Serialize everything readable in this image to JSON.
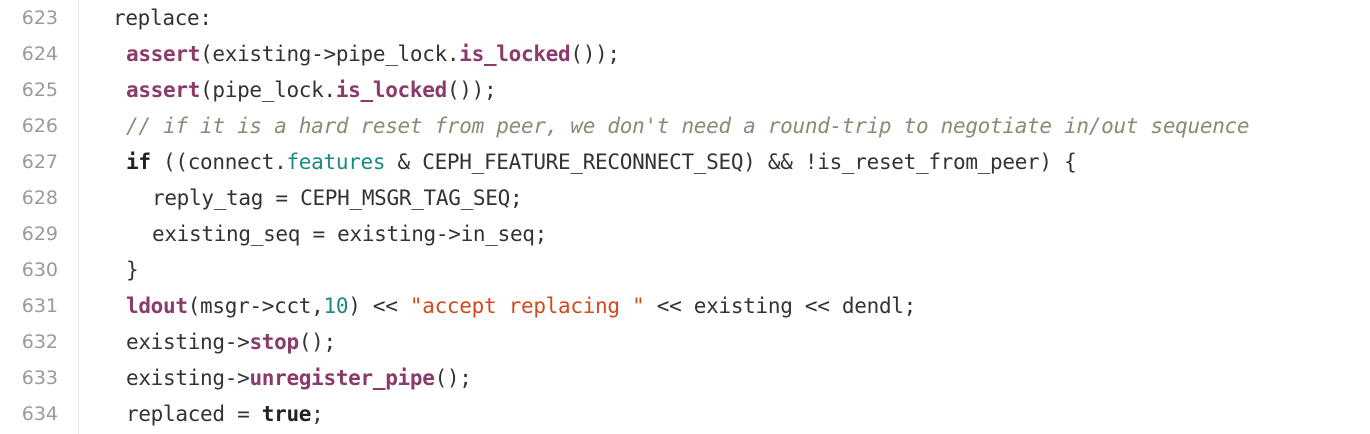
{
  "lines": [
    {
      "num": "623",
      "seg": [
        "replace:"
      ]
    },
    {
      "num": "624",
      "seg": [
        "assert",
        "(existing->pipe_lock.",
        "is_locked",
        "());"
      ]
    },
    {
      "num": "625",
      "seg": [
        "assert",
        "(pipe_lock.",
        "is_locked",
        "());"
      ]
    },
    {
      "num": "626",
      "seg": [
        "// if it is a hard reset from peer, we don't need a round-trip to negotiate in/out sequence"
      ]
    },
    {
      "num": "627",
      "seg": [
        "if",
        " ((connect.",
        "features",
        " & CEPH_FEATURE_RECONNECT_SEQ) && !is_reset_from_peer) {"
      ]
    },
    {
      "num": "628",
      "seg": [
        "reply_tag = CEPH_MSGR_TAG_SEQ;"
      ]
    },
    {
      "num": "629",
      "seg": [
        "existing_seq = existing->in_seq;"
      ]
    },
    {
      "num": "630",
      "seg": [
        "}"
      ]
    },
    {
      "num": "631",
      "seg": [
        "ldout",
        "(msgr->cct,",
        "10",
        ") << ",
        "\"accept replacing \"",
        " << existing << dendl;"
      ]
    },
    {
      "num": "632",
      "seg": [
        "existing->",
        "stop",
        "();"
      ]
    },
    {
      "num": "633",
      "seg": [
        "existing->",
        "unregister_pipe",
        "();"
      ]
    },
    {
      "num": "634",
      "seg": [
        "replaced = ",
        "true",
        ";"
      ]
    }
  ]
}
